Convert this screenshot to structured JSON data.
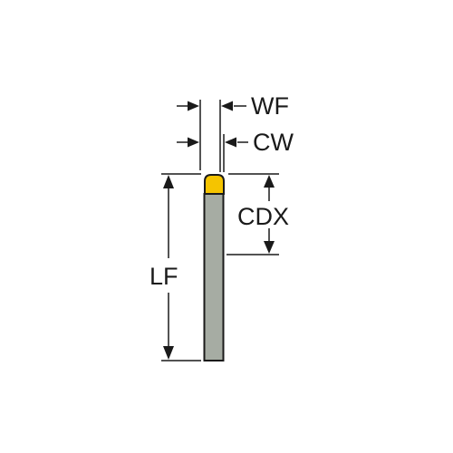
{
  "diagram": {
    "labels": {
      "wf": "WF",
      "cw": "CW",
      "cdx": "CDX",
      "lf": "LF"
    },
    "colors": {
      "shank_fill": "#a6aca3",
      "insert_fill": "#f5c400",
      "outline": "#1a1a1a"
    }
  }
}
